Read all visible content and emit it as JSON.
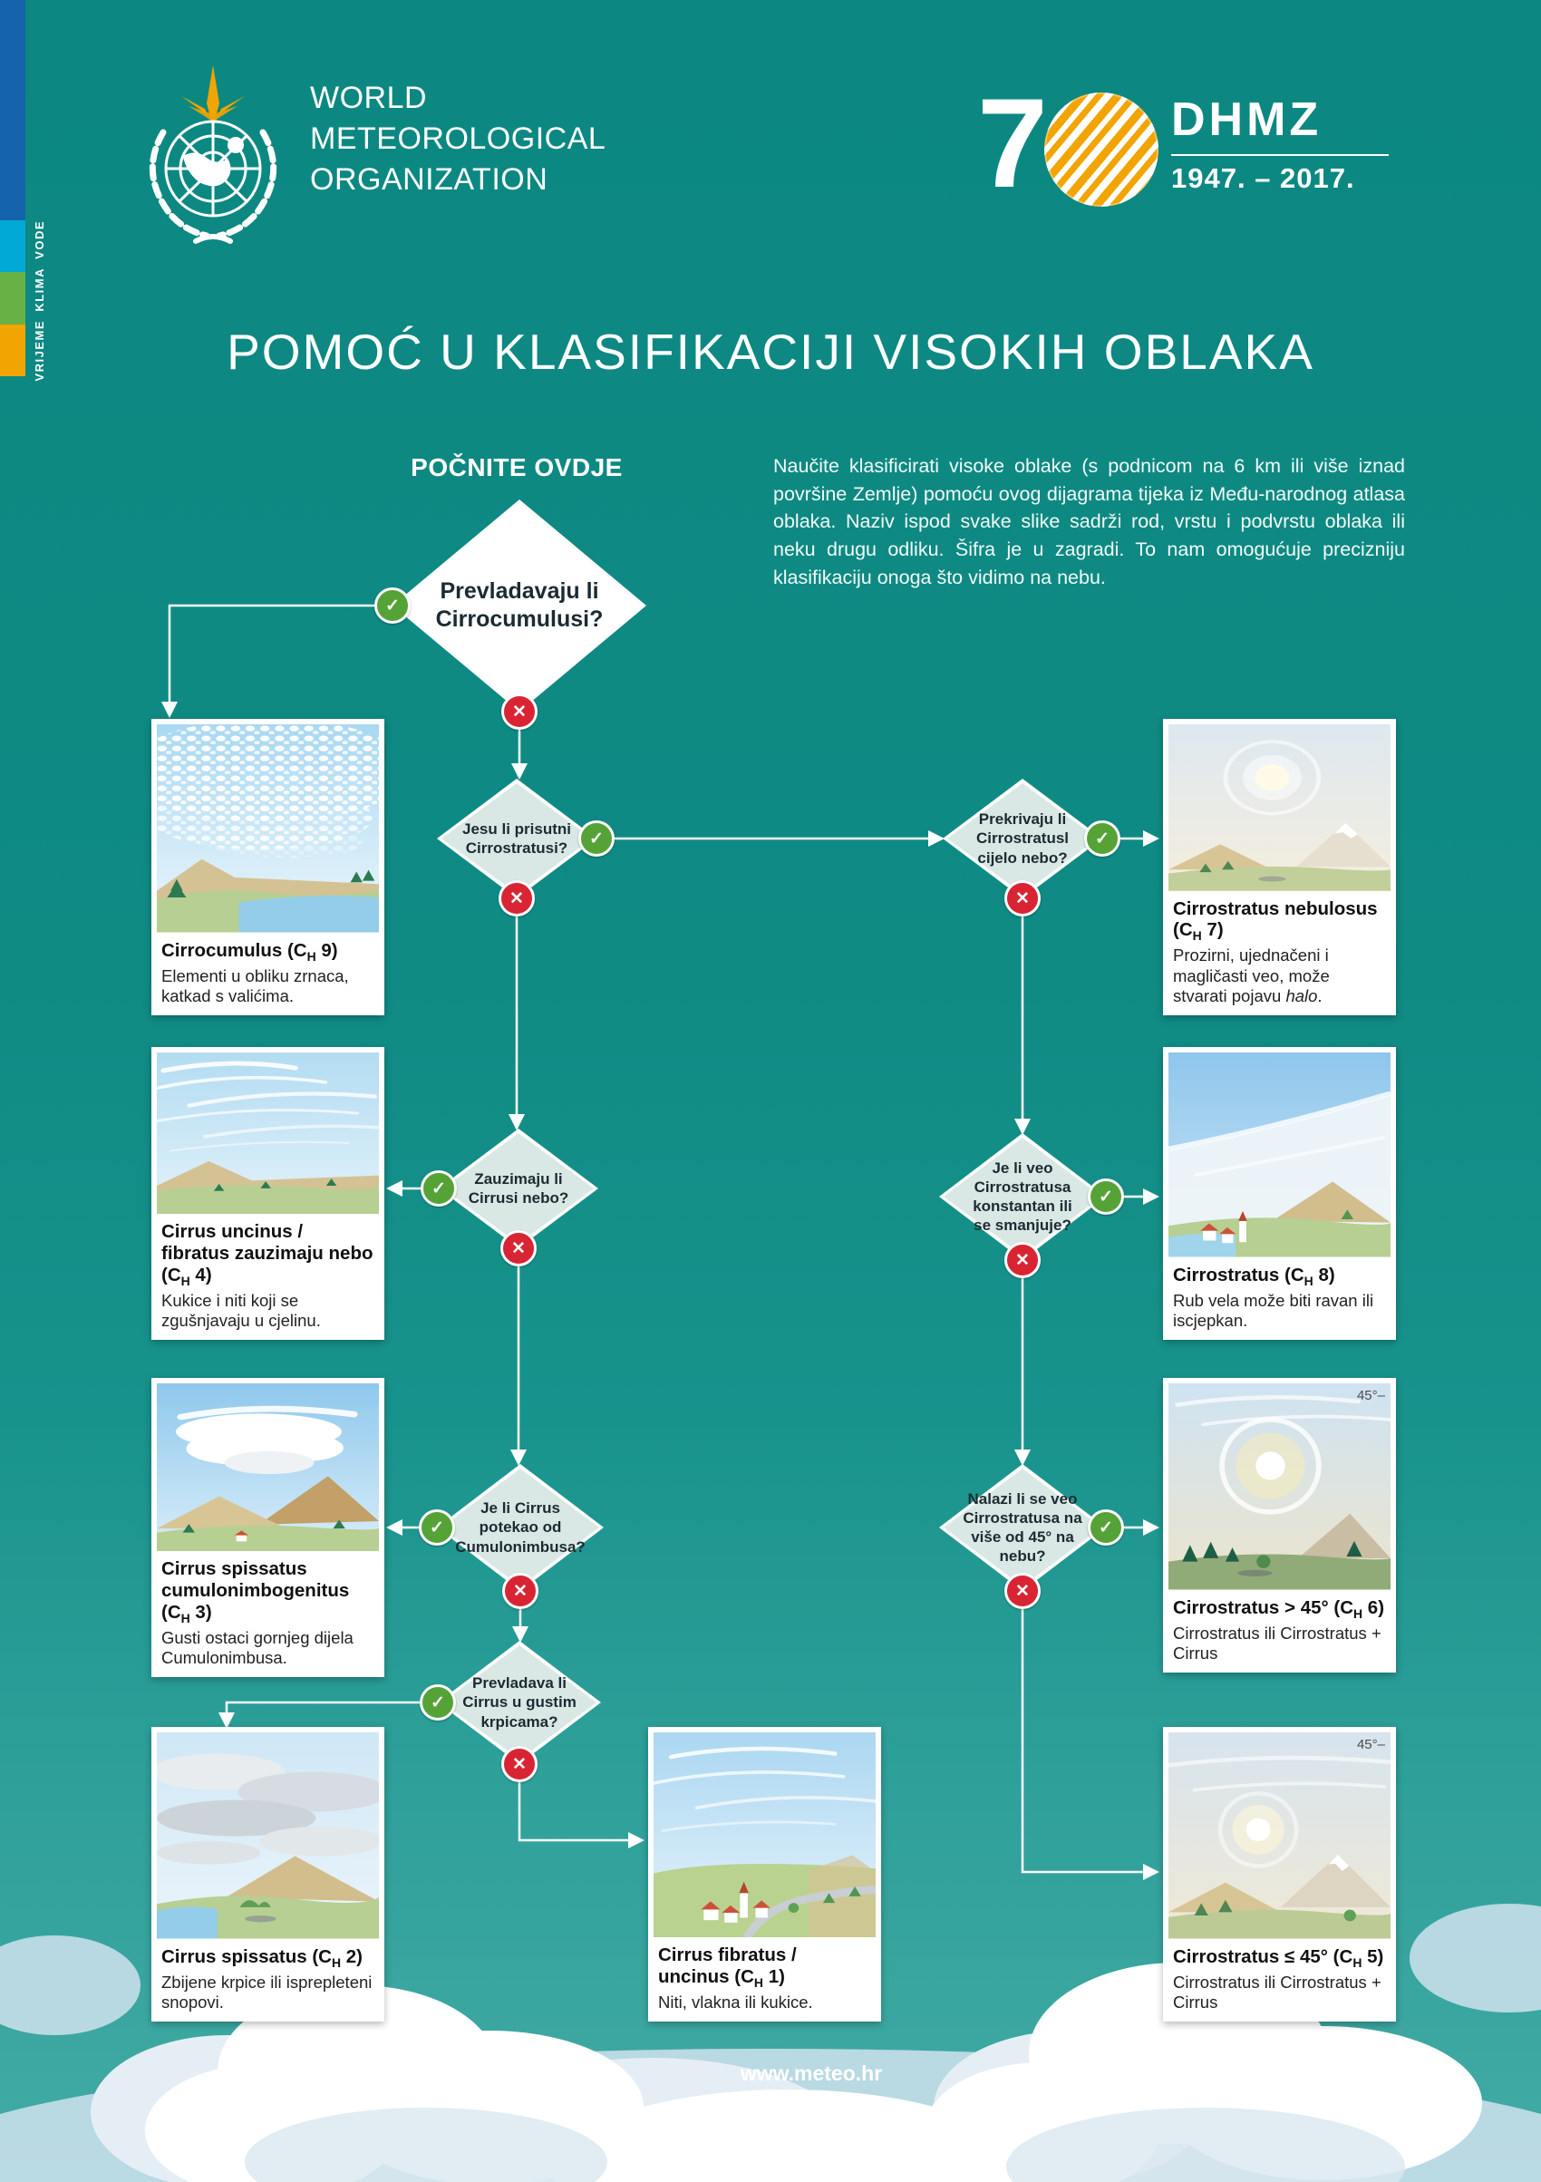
{
  "poster": {
    "title": "POMOĆ U KLASIFIKACIJI VISOKIH OBLAKA",
    "start_label": "POČNITE OVDJE",
    "intro": "Naučite klasificirati visoke oblake (s podnicom na 6 km ili više iznad površine Zemlje) pomoću ovog dijagrama tijeka iz Među-narodnog atlasa oblaka. Naziv ispod svake slike sadrži rod, vrstu i podvrstu oblaka ili neku drugu odliku. Šifra je u zagradi. To nam omogućuje precizniju klasifikaciju onoga što vidimo na nebu.",
    "website": "www.meteo.hr"
  },
  "header": {
    "wmo_lines": [
      "WORLD",
      "METEOROLOGICAL",
      "ORGANIZATION"
    ],
    "dhmz": {
      "digit": "7",
      "abbr": "DHMZ",
      "years": "1947. – 2017."
    }
  },
  "sidebar": {
    "labels": [
      "VRIJEME",
      "KLIMA",
      "VODE"
    ],
    "colors": {
      "top_bar": "#1564ab",
      "vode": "#00a9d6",
      "klima": "#68b245",
      "vrijeme": "#f2a400"
    }
  },
  "icons": {
    "yes": "✓",
    "no": "✕"
  },
  "colors": {
    "background_teal": "#0f8b84",
    "yes_green": "#55a336",
    "no_red": "#d92433",
    "diamond_fill": "#d9e8e5"
  },
  "decisions": {
    "d1": {
      "question": "Prevladavaju li Cirrocumulusi?"
    },
    "d2": {
      "question": "Jesu li prisutni Cirrostratusi?"
    },
    "d3": {
      "question": "Zauzimaju li Cirrusi nebo?"
    },
    "d4": {
      "question": "Je li Cirrus potekao od Cumulonimbusa?"
    },
    "d5": {
      "question": "Prevladava li Cirrus u gustim krpicama?"
    },
    "r1": {
      "question": "Prekrivaju li Cirrostratusl cijelo nebo?"
    },
    "r2": {
      "question": "Je li veo Cirrostratusa konstantan ili se smanjuje?"
    },
    "r3": {
      "question": "Nalazi li se veo Cirrostratusa na više od 45° na nebu?"
    }
  },
  "cards": {
    "ch9": {
      "title": "Cirrocumulus (C|H| 9)",
      "desc": "Elementi u obliku zrnaca, katkad s valićima."
    },
    "ch4": {
      "title": "Cirrus uncinus / fibratus zauzimaju nebo (C|H| 4)",
      "desc": "Kukice i niti koji se zgušnjavaju u cjelinu."
    },
    "ch3": {
      "title": "Cirrus spissatus cumulonimbogenitus (C|H| 3)",
      "desc": "Gusti ostaci gornjeg dijela Cumulonimbusa."
    },
    "ch2": {
      "title": "Cirrus spissatus (C|H| 2)",
      "desc": "Zbijene krpice ili isprepleteni snopovi."
    },
    "ch1": {
      "title": "Cirrus fibratus / uncinus (C|H| 1)",
      "desc": "Niti, vlakna ili kukice."
    },
    "ch7": {
      "title": "Cirrostratus nebulosus (C|H| 7)",
      "desc": "Prozirni, ujednačeni i magličasti veo, može stvarati pojavu *halo*."
    },
    "ch8": {
      "title": "Cirrostratus (C|H| 8)",
      "desc": "Rub vela može biti ravan ili iscjepkan."
    },
    "ch6": {
      "title": "Cirrostratus > 45° (C|H| 6)",
      "desc": "Cirrostratus ili Cirrostratus + Cirrus",
      "angle_label": "45°–"
    },
    "ch5": {
      "title": "Cirrostratus ≤ 45° (C|H| 5)",
      "desc": "Cirrostratus ili Cirrostratus + Cirrus",
      "angle_label": "45°–"
    }
  }
}
